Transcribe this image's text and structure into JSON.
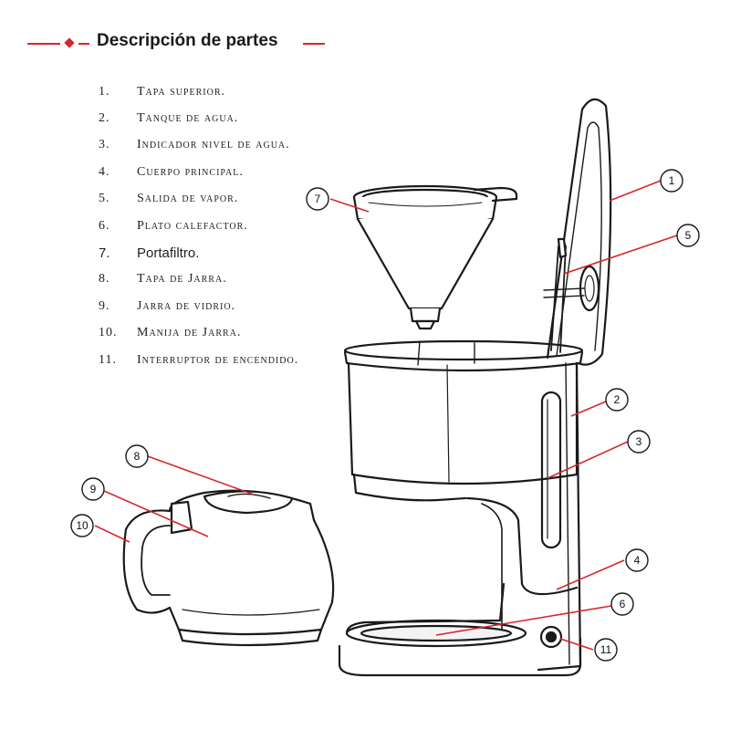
{
  "title": "Descripción de partes",
  "colors": {
    "accent": "#d7262b",
    "line": "#1a1a1a",
    "glass": "#e9e9e9"
  },
  "parts": [
    {
      "num": "1.",
      "name": "Tapa superior."
    },
    {
      "num": "2.",
      "name": "Tanque de agua."
    },
    {
      "num": "3.",
      "name": "Indicador nivel de agua."
    },
    {
      "num": "4.",
      "name": "Cuerpo principal."
    },
    {
      "num": "5.",
      "name": "Salida de vapor."
    },
    {
      "num": "6.",
      "name": "Plato calefactor."
    },
    {
      "num": "7.",
      "name": "Portafiltro."
    },
    {
      "num": "8.",
      "name": "Tapa de Jarra."
    },
    {
      "num": "9.",
      "name": "Jarra de vidrio."
    },
    {
      "num": "10.",
      "name": "Manija de Jarra."
    },
    {
      "num": "11.",
      "name": "Interruptor de encendido."
    }
  ],
  "callouts": [
    "1",
    "2",
    "3",
    "4",
    "5",
    "6",
    "7",
    "8",
    "9",
    "10",
    "11"
  ]
}
